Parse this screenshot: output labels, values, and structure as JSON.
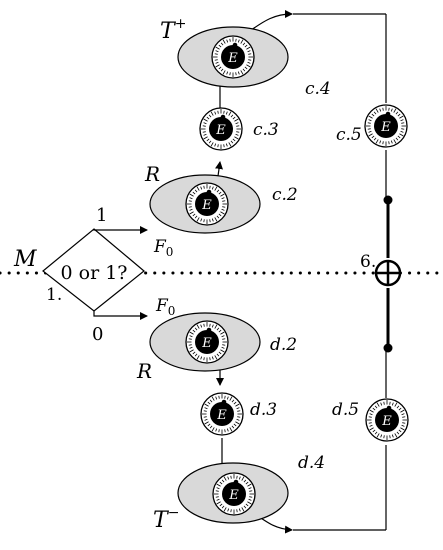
{
  "labels": {
    "M": "M",
    "T_plus": "T",
    "T_plus_sup": "+",
    "T_minus": "T",
    "T_minus_sup": "−",
    "R_top": "R",
    "R_bottom": "R",
    "E": "E",
    "c2": "c.2",
    "c3": "c.3",
    "c4": "c.4",
    "c5": "c.5",
    "d2": "d.2",
    "d3": "d.3",
    "d4": "d.4",
    "d5": "d.5",
    "decision": "0 or 1?",
    "one_branch": "1",
    "zero_branch": "0",
    "F0": "F",
    "F0_sub": "0",
    "step1": "1.",
    "step6": "6."
  },
  "icons": {
    "observer": "eye-dial-icon",
    "combine": "circled-plus-icon"
  },
  "colors": {
    "ellipse_fill": "#d9d9d9",
    "stroke": "#000000"
  }
}
